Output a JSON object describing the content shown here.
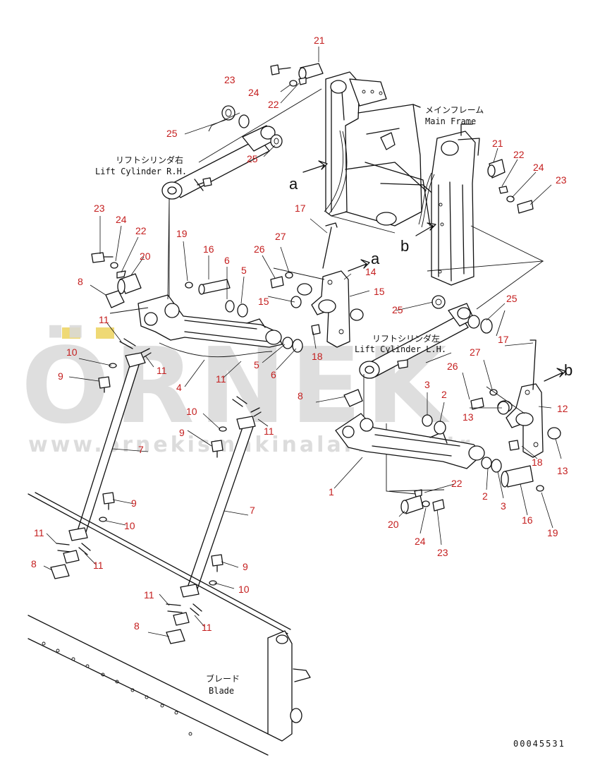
{
  "watermark": {
    "brand": "ÖRNEK",
    "url": "www.ornekismakinalari.com.tr"
  },
  "drawing_code": "00045531",
  "labels": {
    "main_frame_jp": "メインフレーム",
    "main_frame_en": "Main Frame",
    "lift_rh_jp": "リフトシリンダ右",
    "lift_rh_en": "Lift Cylinder R.H.",
    "lift_lh_jp": "リフトシリンダ左",
    "lift_lh_en": "Lift Cylinder L.H.",
    "blade_jp": "ブレード",
    "blade_en": "Blade",
    "arrow_a": "a",
    "arrow_b": "b"
  },
  "callouts": [
    "21",
    "23",
    "24",
    "22",
    "25",
    "25",
    "21",
    "22",
    "24",
    "23",
    "17",
    "27",
    "26",
    "19",
    "16",
    "6",
    "5",
    "14",
    "15",
    "15",
    "23",
    "24",
    "22",
    "20",
    "8",
    "11",
    "10",
    "9",
    "11",
    "4",
    "11",
    "5",
    "6",
    "18",
    "25",
    "25",
    "17",
    "27",
    "26",
    "3",
    "2",
    "12",
    "13",
    "13",
    "18",
    "10",
    "9",
    "11",
    "8",
    "7",
    "7",
    "1",
    "22",
    "20",
    "24",
    "23",
    "2",
    "3",
    "16",
    "19",
    "9",
    "10",
    "11",
    "11",
    "8",
    "9",
    "10",
    "11",
    "11",
    "8"
  ]
}
